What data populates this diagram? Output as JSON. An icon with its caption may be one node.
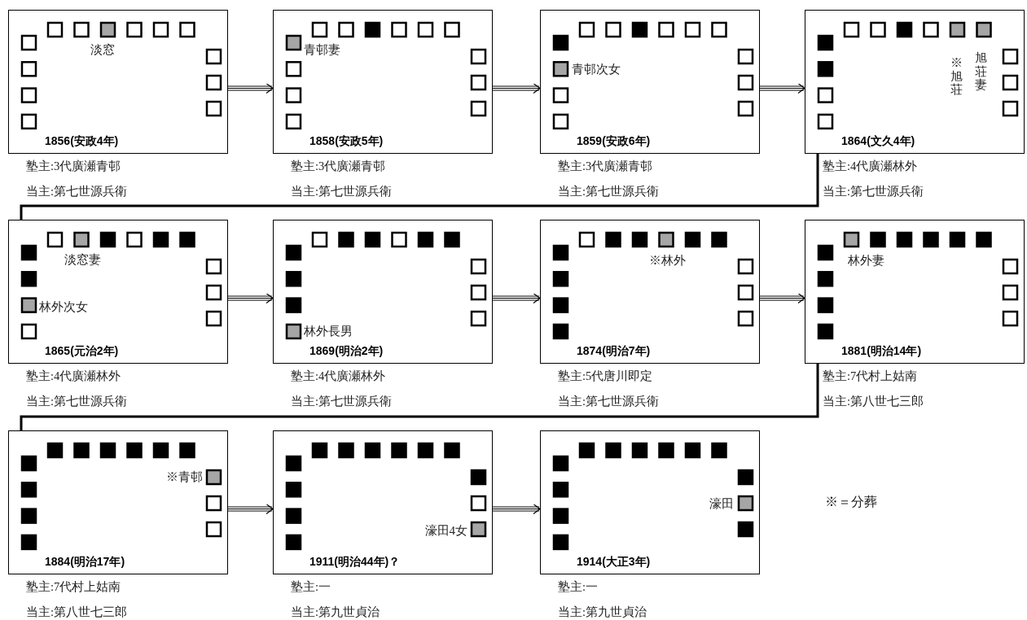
{
  "diagram": {
    "nodes": [
      {
        "text": [
          "淡窓",
          "1856(安政4年)"
        ],
        "beside": [
          "塾主:3代廣瀬青邨",
          "当主:第七世源兵衛"
        ]
      },
      {
        "text": [
          "青邨妻",
          "1858(安政5年)"
        ],
        "beside": [
          "塾主:3代廣瀬青邨",
          "当主:第七世源兵衛"
        ]
      },
      {
        "text": [
          "青邨次女",
          "1859(安政6年)"
        ],
        "beside": [
          "塾主:3代廣瀬青邨",
          "当主:第七世源兵衛"
        ]
      },
      {
        "text": [
          "※旭荘",
          "旭荘妻",
          "1864(文久4年)"
        ],
        "beside": [
          "塾主:4代廣瀬林外",
          "当主:第七世源兵衛"
        ]
      },
      {
        "text": [
          "淡窓妻",
          "林外次女",
          "1865(元治2年)"
        ],
        "beside": [
          "塾主:4代廣瀬林外",
          "当主:第七世源兵衛"
        ]
      },
      {
        "text": [
          "林外長男",
          "1869(明治2年)"
        ],
        "beside": [
          "塾主:4代廣瀬林外",
          "当主:第七世源兵衛"
        ]
      },
      {
        "text": [
          "※林外",
          "1874(明治7年)"
        ],
        "beside": [
          "塾主:5代唐川即定",
          "当主:第七世源兵衛"
        ]
      },
      {
        "text": [
          "林外妻",
          "1881(明治14年)"
        ],
        "beside": [
          "塾主:7代村上姑南",
          "当主:第八世七三郎"
        ]
      },
      {
        "text": [
          "※青邨",
          "1884(明治17年)"
        ],
        "beside": [
          "塾主:7代村上姑南",
          "当主:第八世七三郎"
        ]
      },
      {
        "text": [
          "濠田4女",
          "1911(明治44年)？"
        ],
        "beside": [
          "塾主:一",
          "当主:第九世貞治"
        ]
      },
      {
        "text": [
          "濠田",
          "1914(大正3年)"
        ],
        "beside": [
          "塾主:一",
          "当主:第九世貞治"
        ]
      }
    ],
    "edges": [
      {
        "from": 0,
        "to": 1,
        "arrow": "to"
      },
      {
        "from": 1,
        "to": 2,
        "arrow": "to"
      },
      {
        "from": 2,
        "to": 3,
        "arrow": "to"
      },
      {
        "from": 3,
        "to": 4,
        "arrow": "none",
        "style": "thick"
      },
      {
        "from": 4,
        "to": 5,
        "arrow": "to"
      },
      {
        "from": 5,
        "to": 6,
        "arrow": "to"
      },
      {
        "from": 6,
        "to": 7,
        "arrow": "to"
      },
      {
        "from": 7,
        "to": 8,
        "arrow": "none",
        "style": "thick"
      },
      {
        "from": 8,
        "to": 9,
        "arrow": "to"
      },
      {
        "from": 9,
        "to": 10,
        "arrow": "to"
      }
    ],
    "labels": [
      "※＝分葬"
    ]
  }
}
